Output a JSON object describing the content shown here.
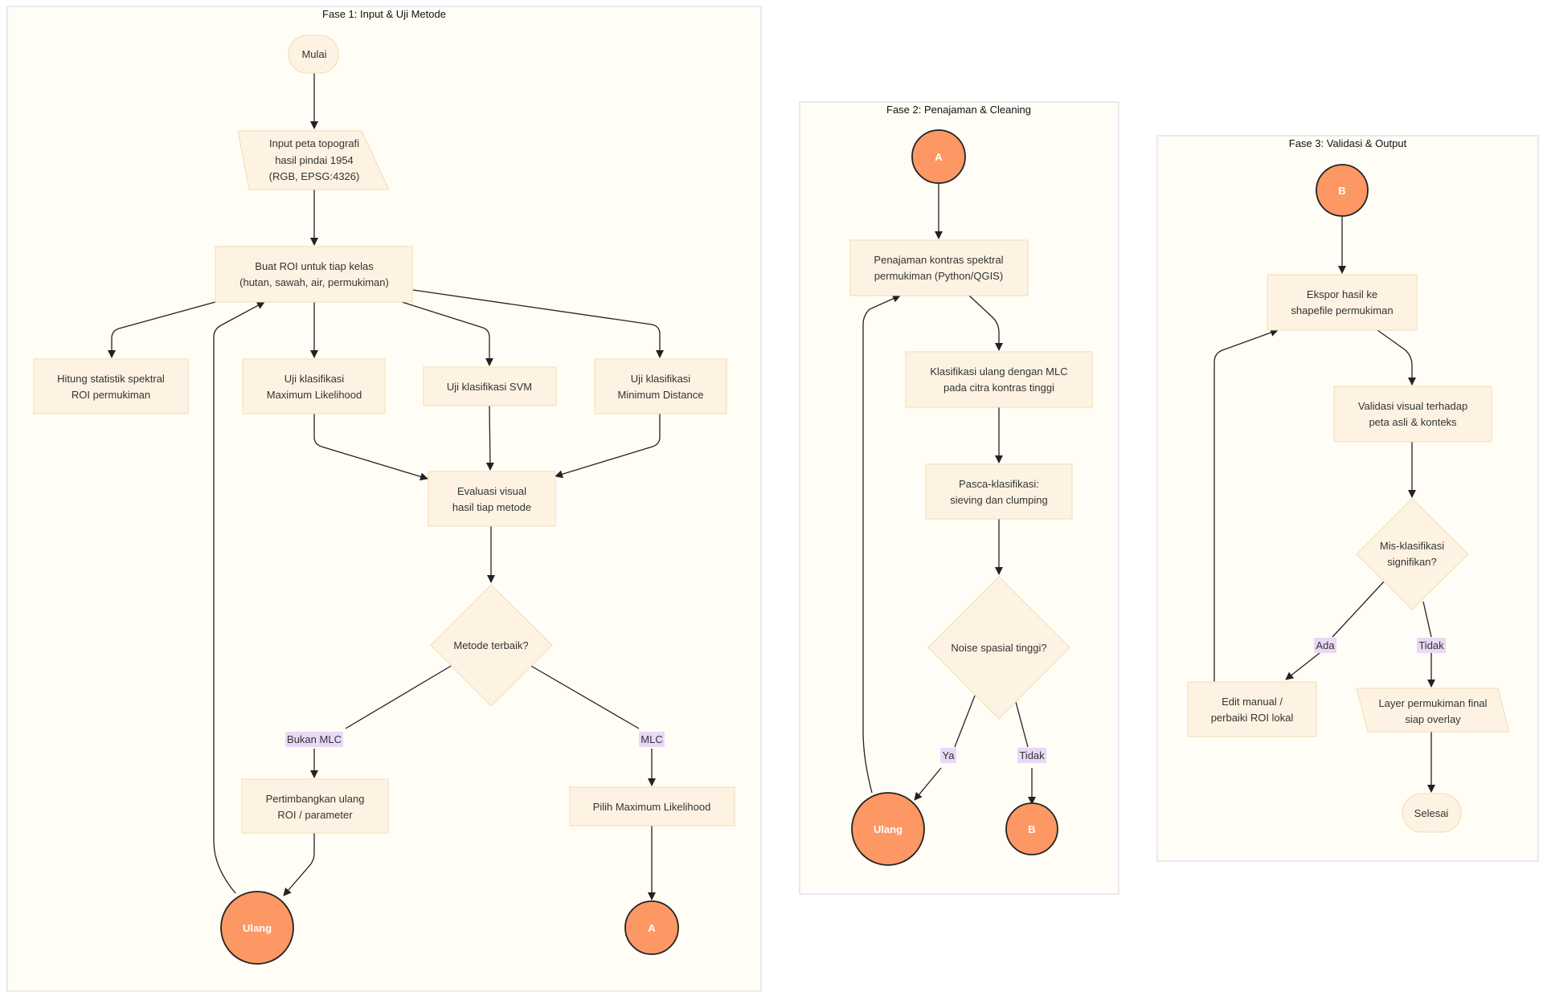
{
  "phases": {
    "p1": "Fase 1: Input & Uji Metode",
    "p2": "Fase 2: Penajaman & Cleaning",
    "p3": "Fase 3: Validasi & Output"
  },
  "colors": {
    "phase_fill": "#fffdf6",
    "phase_stroke": "#d9dde8",
    "node_fill": "#fef3e2",
    "node_stroke": "#f1dcb6",
    "connector_fill": "#fd9763",
    "edge_label_fill": "#ead8f7"
  },
  "nodes": {
    "mulai": [
      "Mulai"
    ],
    "input": [
      "Input peta topografi",
      "hasil pindai 1954",
      "(RGB, EPSG:4326)"
    ],
    "roi": [
      "Buat ROI untuk tiap kelas",
      "(hutan, sawah, air, permukiman)"
    ],
    "statistik": [
      "Hitung statistik spektral",
      "ROI permukiman"
    ],
    "uji_ml": [
      "Uji klasifikasi",
      "Maximum Likelihood"
    ],
    "uji_svm": [
      "Uji klasifikasi SVM"
    ],
    "uji_md": [
      "Uji klasifikasi",
      "Minimum Distance"
    ],
    "evaluasi": [
      "Evaluasi visual",
      "hasil tiap metode"
    ],
    "metode": [
      "Metode terbaik?"
    ],
    "pertimbangkan": [
      "Pertimbangkan ulang",
      "ROI / parameter"
    ],
    "pilih_ml": [
      "Pilih Maximum Likelihood"
    ],
    "ulang1": [
      "Ulang"
    ],
    "a1": [
      "A"
    ],
    "a2": [
      "A"
    ],
    "penajaman": [
      "Penajaman kontras spektral",
      "permukiman (Python/QGIS)"
    ],
    "klasifikasi_ulang": [
      "Klasifikasi ulang dengan MLC",
      "pada citra kontras tinggi"
    ],
    "pasca": [
      "Pasca-klasifikasi:",
      "sieving dan clumping"
    ],
    "noise": [
      "Noise spasial tinggi?"
    ],
    "ulang2": [
      "Ulang"
    ],
    "b1": [
      "B"
    ],
    "b2": [
      "B"
    ],
    "ekspor": [
      "Ekspor hasil ke",
      "shapefile permukiman"
    ],
    "validasi": [
      "Validasi visual terhadap",
      "peta asli & konteks"
    ],
    "mis": [
      "Mis-klasifikasi",
      "signifikan?"
    ],
    "edit": [
      "Edit manual /",
      "perbaiki ROI lokal"
    ],
    "layer": [
      "Layer permukiman final",
      "siap overlay"
    ],
    "selesai": [
      "Selesai"
    ]
  },
  "edge_labels": {
    "bukan_mlc": "Bukan MLC",
    "mlc": "MLC",
    "ya": "Ya",
    "tidak2": "Tidak",
    "ada": "Ada",
    "tidak3": "Tidak"
  }
}
